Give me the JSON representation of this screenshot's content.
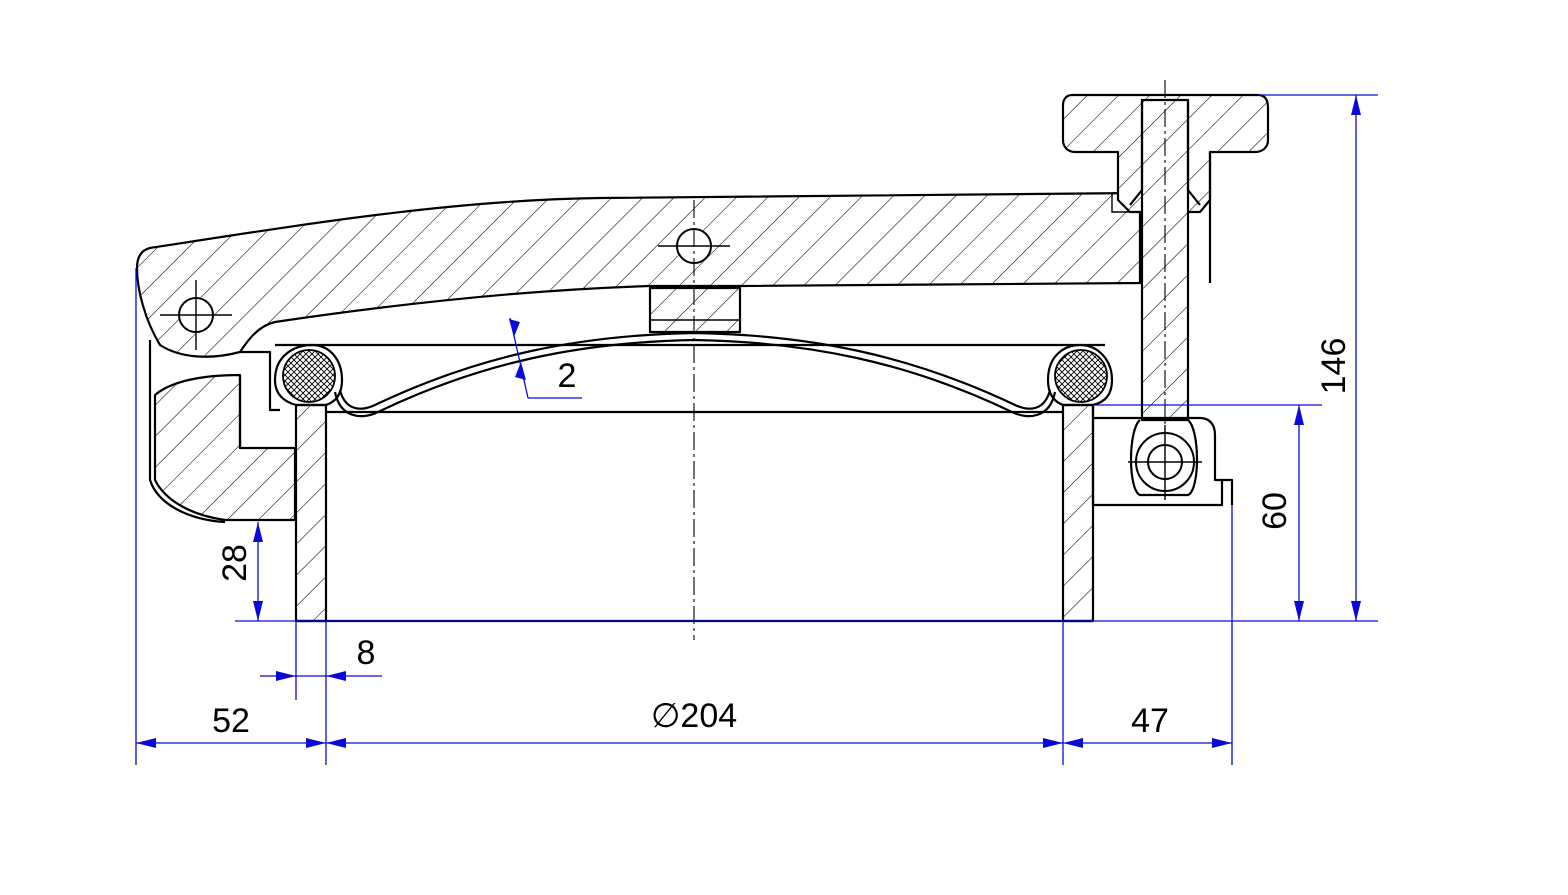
{
  "drawing": {
    "dimensions": {
      "total_height": "146",
      "body_height": "60",
      "flange_height": "28",
      "wall_thickness": "8",
      "membrane_thickness": "2",
      "left_overhang": "52",
      "diameter": "∅204",
      "right_overhang": "47"
    }
  }
}
